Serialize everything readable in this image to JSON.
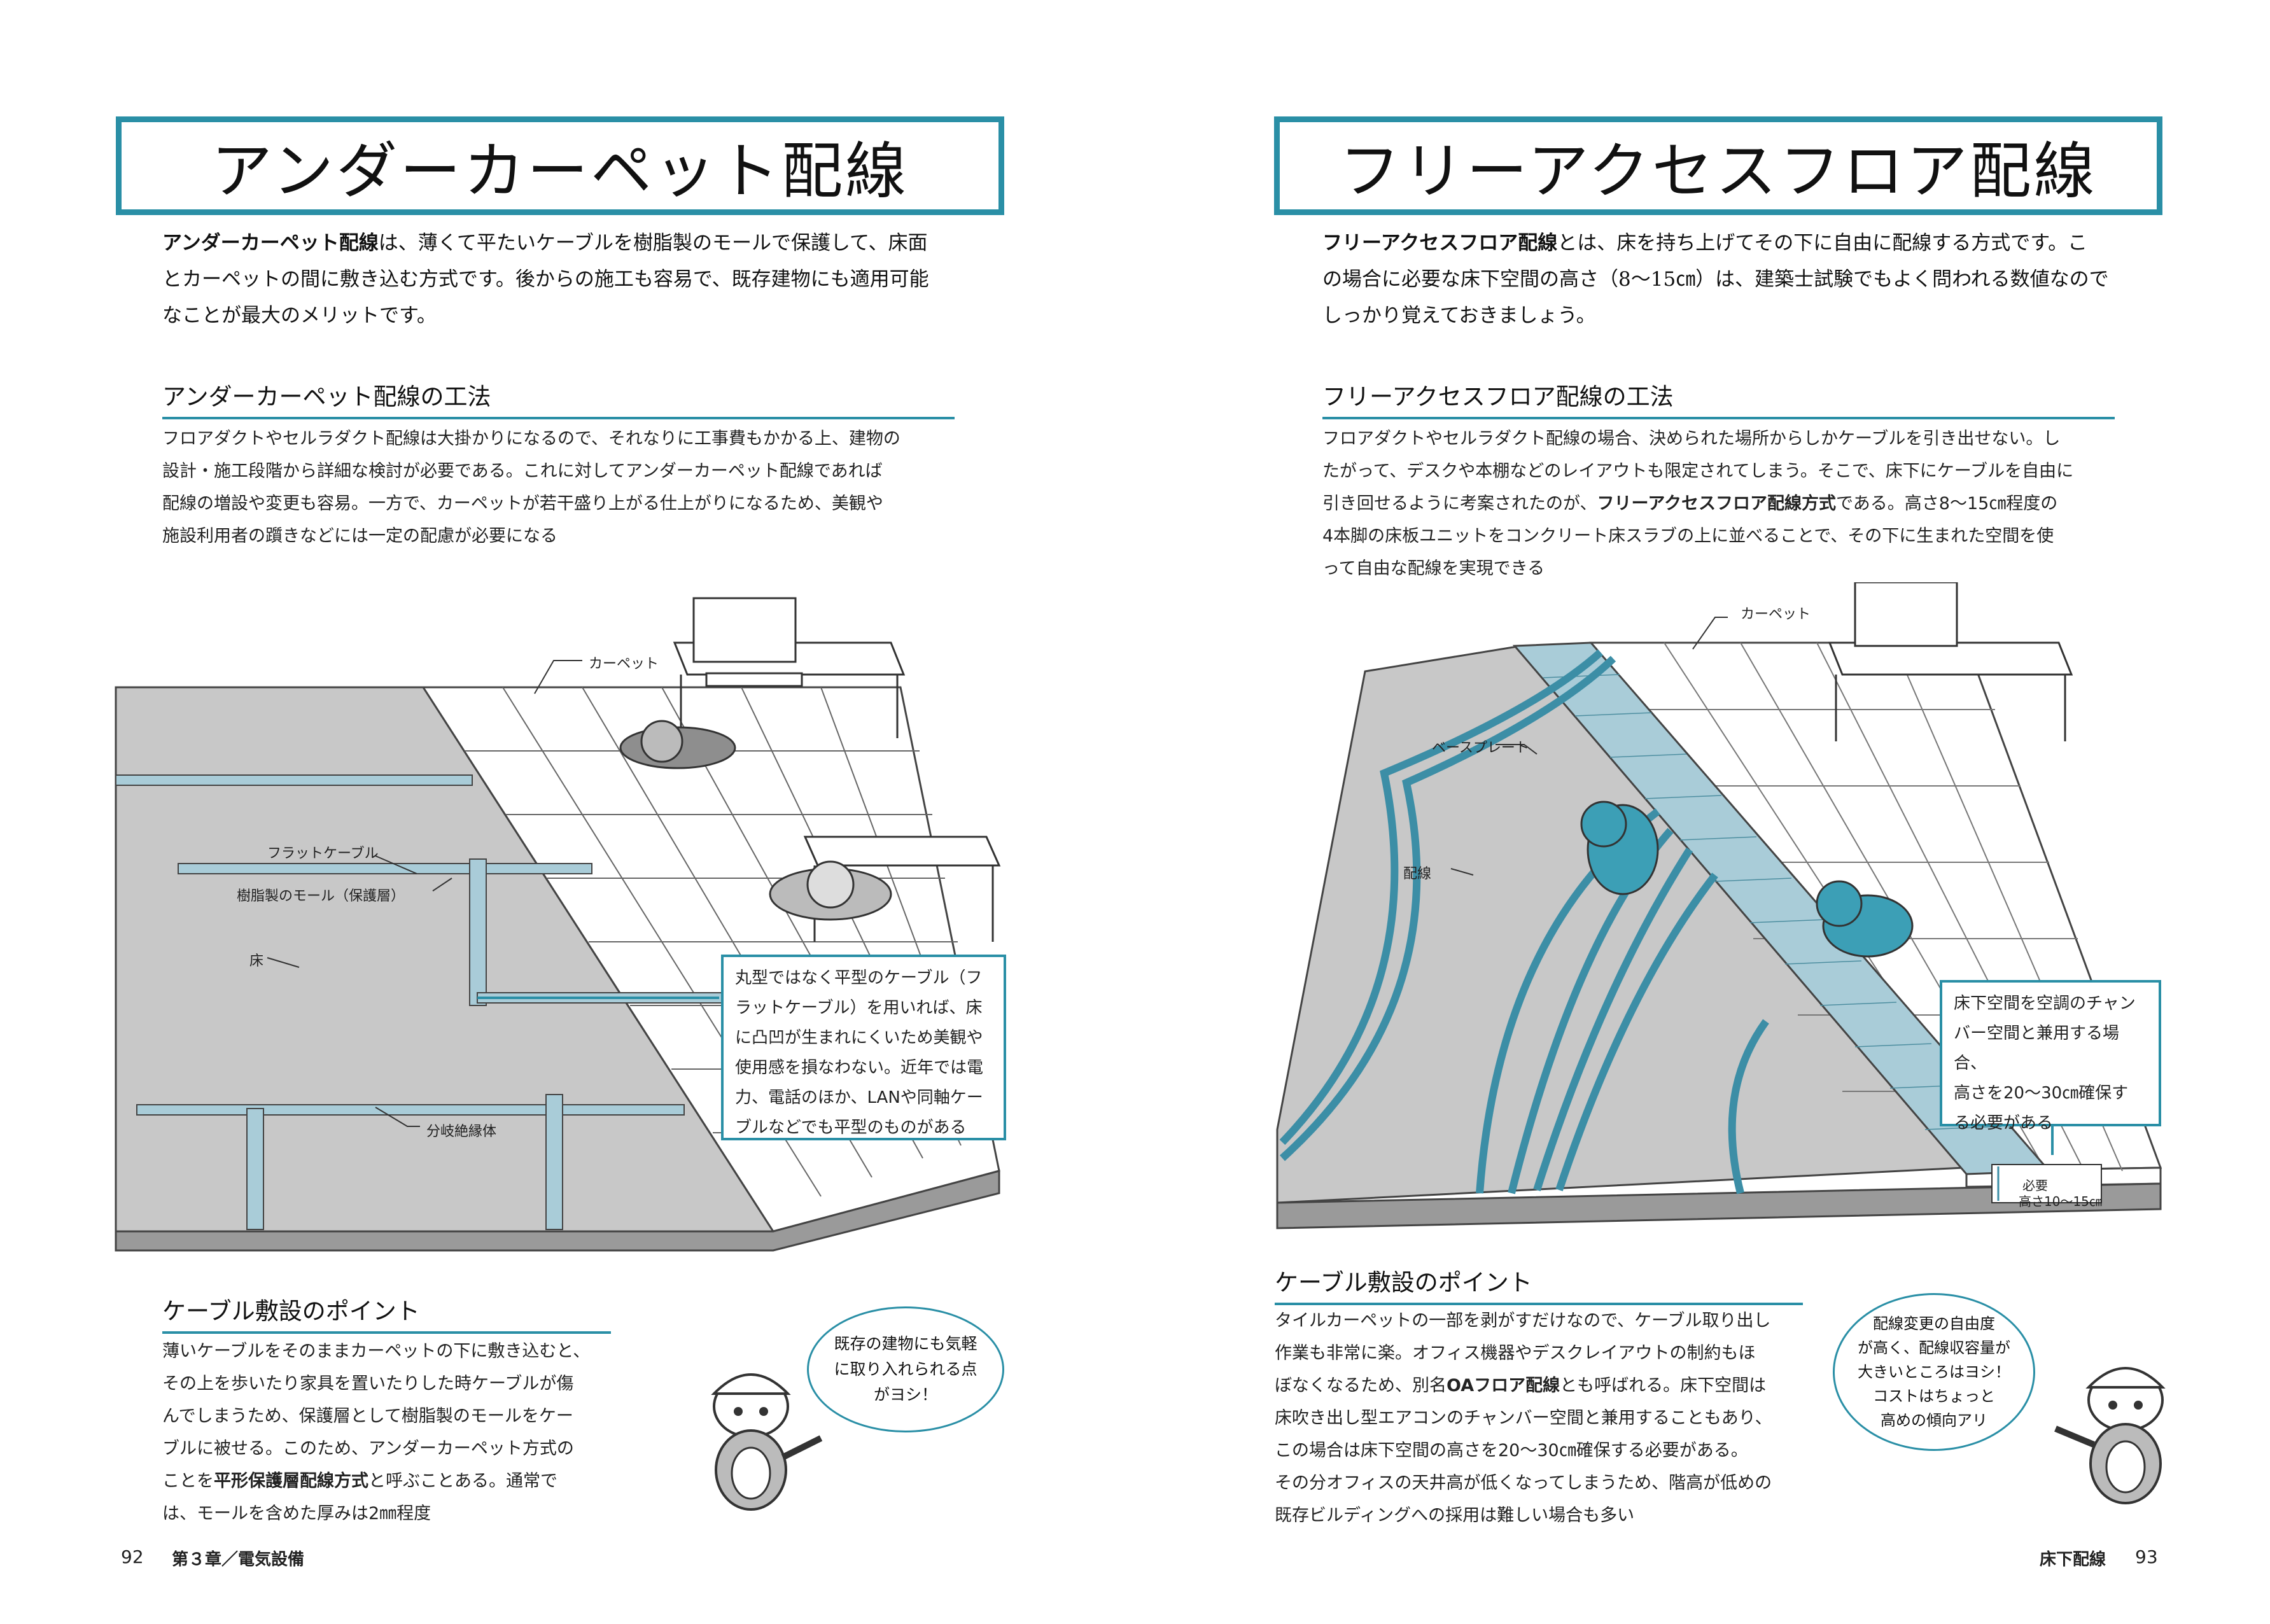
{
  "left": {
    "title": "アンダーカーペット配線",
    "intro_bold": "アンダーカーペット配線",
    "intro_rest_1": "は、薄くて平たいケーブルを樹脂製のモールで保護して、床面",
    "intro_2": "とカーペットの間に敷き込む方式です。後からの施工も容易で、既存建物にも適用可能",
    "intro_3": "なことが最大のメリットです。",
    "method_heading": "アンダーカーペット配線の工法",
    "method_lines": [
      "フロアダクトやセルラダクト配線は大掛かりになるので、それなりに工事費もかかる上、建物の",
      "設計・施工段階から詳細な検討が必要である。これに対してアンダーカーペット配線であれば",
      "配線の増設や変更も容易。一方で、カーペットが若干盛り上がる仕上がりになるため、美観や",
      "施設利用者の躓きなどには一定の配慮が必要になる"
    ],
    "labels": {
      "carpet": "カーペット",
      "flat_cable": "フラットケーブル",
      "resin_mold": "樹脂製のモール（保護層）",
      "floor": "床",
      "branch": "分岐絶縁体"
    },
    "callout_lines": [
      "丸型ではなく平型のケーブル（フ",
      "ラットケーブル）を用いれば、床",
      "に凸凹が生まれにくいため美観や",
      "使用感を損なわない。近年では電",
      "力、電話のほか、LANや同軸ケー",
      "ブルなどでも平型のものがある"
    ],
    "point_heading": "ケーブル敷設のポイント",
    "point_lines": [
      "薄いケーブルをそのままカーペットの下に敷き込むと、",
      "その上を歩いたり家具を置いたりした時ケーブルが傷",
      "んでしまうため、保護層として樹脂製のモールをケー",
      "ブルに被せる。このため、アンダーカーペット方式の"
    ],
    "point_line5_a": "ことを",
    "point_line5_bold": "平形保護層配線方式",
    "point_line5_b": "と呼ぶことある。通常で",
    "point_line6": "は、モールを含めた厚みは2㎜程度",
    "bubble_lines": [
      "既存の建物にも気軽",
      "に取り入れられる点",
      "がヨシ！"
    ],
    "page_number": "92",
    "chapter": "第３章／電気設備"
  },
  "right": {
    "title": "フリーアクセスフロア配線",
    "intro_bold": "フリーアクセスフロア配線",
    "intro_rest_1": "とは、床を持ち上げてその下に自由に配線する方式です。こ",
    "intro_2": "の場合に必要な床下空間の高さ（8～15㎝）は、建築士試験でもよく問われる数値なので",
    "intro_3": "しっかり覚えておきましょう。",
    "method_heading": "フリーアクセスフロア配線の工法",
    "method_line1": "フロアダクトやセルラダクト配線の場合、決められた場所からしかケーブルを引き出せない。し",
    "method_line2": "たがって、デスクや本棚などのレイアウトも限定されてしまう。そこで、床下にケーブルを自由に",
    "method_line3_a": "引き回せるように考案されたのが、",
    "method_line3_bold": "フリーアクセスフロア配線方式",
    "method_line3_b": "である。高さ8～15㎝程度の",
    "method_line4": "4本脚の床板ユニットをコンクリート床スラブの上に並べることで、その下に生まれた空間を使",
    "method_line5": "って自由な配線を実現できる",
    "labels": {
      "carpet": "カーペット",
      "base_plate": "ベースプレート",
      "wiring": "配線",
      "required": "必要",
      "height": "高さ10～15㎝"
    },
    "callout_lines": [
      "床下空間を空調のチャン",
      "バー空間と兼用する場合、",
      "高さを20～30㎝確保す",
      "る必要がある"
    ],
    "point_heading": "ケーブル敷設のポイント",
    "point_line1": "タイルカーペットの一部を剥がすだけなので、ケーブル取り出し",
    "point_line2": "作業も非常に楽。オフィス機器やデスクレイアウトの制約もほ",
    "point_line3_a": "ぼなくなるため、別名",
    "point_line3_bold": "OAフロア配線",
    "point_line3_b": "とも呼ばれる。床下空間は",
    "point_line4": "床吹き出し型エアコンのチャンバー空間と兼用することもあり、",
    "point_line5": "この場合は床下空間の高さを20～30㎝確保する必要がある。",
    "point_line6": "その分オフィスの天井高が低くなってしまうため、階高が低めの",
    "point_line7": "既存ビルディングへの採用は難しい場合も多い",
    "bubble_lines": [
      "配線変更の自由度",
      "が高く、配線収容量が",
      "大きいところはヨシ！",
      "コストはちょっと",
      "高めの傾向アリ"
    ],
    "section_name": "床下配線",
    "page_number": "93"
  },
  "colors": {
    "accent": "#2a8fa6",
    "floor_gray": "#c8c8c8",
    "cable_blue": "#a9ccd8"
  }
}
